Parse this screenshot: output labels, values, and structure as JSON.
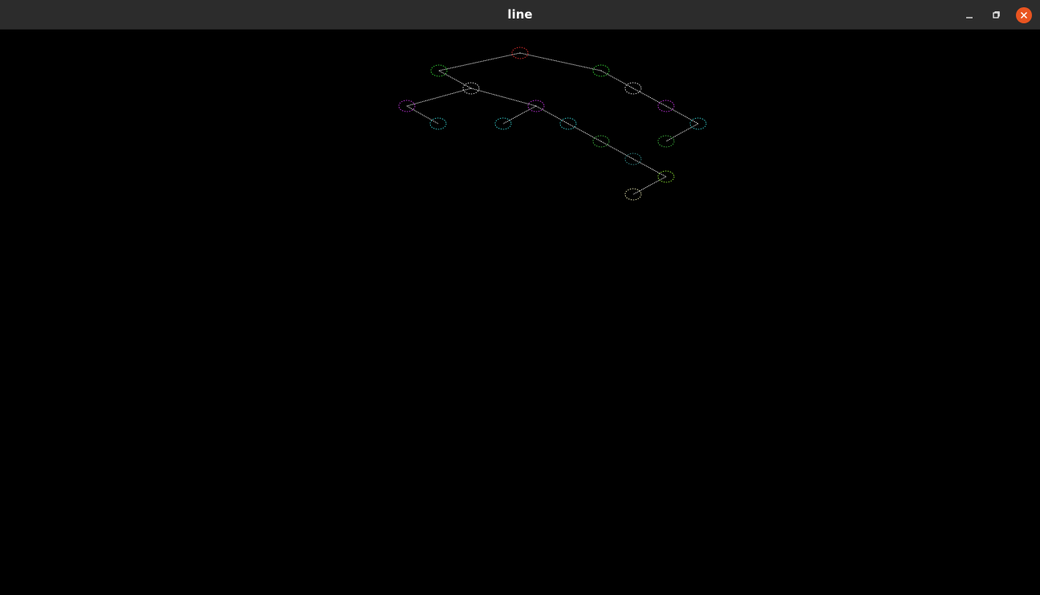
{
  "window": {
    "title": "line"
  },
  "controls": {
    "minimize_icon": "minimize-icon",
    "maximize_icon": "restore-icon",
    "close_icon": "close-icon",
    "close_color": "#e95420"
  },
  "tree": {
    "nodes": [
      {
        "id": "root",
        "color": "#d42b2b"
      },
      {
        "id": "l1-left",
        "color": "#2fbf2f"
      },
      {
        "id": "l1-right",
        "color": "#2fbf2f"
      },
      {
        "id": "l2-a",
        "color": "#d0d0d0"
      },
      {
        "id": "l2-b",
        "color": "#d0d0d0"
      },
      {
        "id": "l3-a",
        "color": "#b030c8"
      },
      {
        "id": "l3-b",
        "color": "#b030c8"
      },
      {
        "id": "l3-c",
        "color": "#b030c8"
      },
      {
        "id": "l4-a",
        "color": "#30b8b8"
      },
      {
        "id": "l4-b",
        "color": "#30b8b8"
      },
      {
        "id": "l4-c",
        "color": "#30b8b8"
      },
      {
        "id": "l4-d",
        "color": "#30b8b8"
      },
      {
        "id": "l5-a",
        "color": "#3aa83a"
      },
      {
        "id": "l5-b",
        "color": "#3aa83a"
      },
      {
        "id": "l6-a",
        "color": "#2f7f7f"
      },
      {
        "id": "l7-a",
        "color": "#7fcf2f"
      },
      {
        "id": "l8-a",
        "color": "#d0d0a0"
      }
    ],
    "edges": [
      [
        "root",
        "l1-left"
      ],
      [
        "root",
        "l1-right"
      ],
      [
        "l1-left",
        "l2-a"
      ],
      [
        "l1-right",
        "l2-b"
      ],
      [
        "l2-a",
        "l3-a"
      ],
      [
        "l2-a",
        "l3-b"
      ],
      [
        "l2-b",
        "l3-c"
      ],
      [
        "l3-a",
        "l4-a"
      ],
      [
        "l3-b",
        "l4-b"
      ],
      [
        "l3-b",
        "l4-c"
      ],
      [
        "l3-c",
        "l4-d"
      ],
      [
        "l4-c",
        "l5-a"
      ],
      [
        "l4-d",
        "l5-b"
      ],
      [
        "l5-a",
        "l6-a"
      ],
      [
        "l6-a",
        "l7-a"
      ],
      [
        "l7-a",
        "l8-a"
      ]
    ],
    "edge_color": "#ffffff"
  }
}
